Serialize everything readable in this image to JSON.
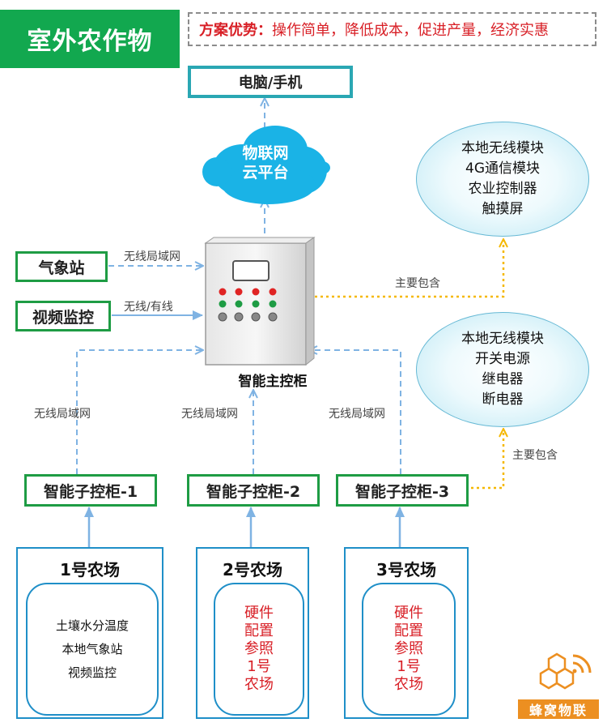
{
  "title": "室外农作物",
  "advantage": {
    "label": "方案优势：",
    "text": "操作简单，降低成本，促进产量，经济实惠"
  },
  "top_node": "电脑/手机",
  "cloud": {
    "line1": "物联网",
    "line2": "云平台"
  },
  "weather_station": "气象站",
  "video_monitor": "视频监控",
  "main_cabinet": "智能主控柜",
  "edge_labels": {
    "weather": "无线局域网",
    "video": "无线/有线",
    "sub1": "无线局域网",
    "sub2": "无线局域网",
    "sub3": "无线局域网",
    "main_contains": "主要包含",
    "sub_contains": "主要包含"
  },
  "main_components": [
    "本地无线模块",
    "4G通信模块",
    "农业控制器",
    "触摸屏"
  ],
  "sub_components": [
    "本地无线模块",
    "开关电源",
    "继电器",
    "断电器"
  ],
  "sub_cabinets": [
    "智能子控柜-1",
    "智能子控柜-2",
    "智能子控柜-3"
  ],
  "farms": [
    {
      "name": "1号农场",
      "items": [
        "土壤水分温度",
        "本地气象站",
        "视频监控"
      ]
    },
    {
      "name": "2号农场",
      "items": [
        "硬件",
        "配置",
        "参照",
        "1号",
        "农场"
      ]
    },
    {
      "name": "3号农场",
      "items": [
        "硬件",
        "配置",
        "参照",
        "1号",
        "农场"
      ]
    }
  ],
  "brand": "蜂窝物联",
  "colors": {
    "green": "#12a84f",
    "teal": "#2aa7b3",
    "cloud": "#1ab3e6",
    "red": "#d81f26",
    "dashed_blue": "#7fb3e3",
    "dotted_yellow": "#f5b800",
    "brand_orange": "#ec8f21"
  }
}
